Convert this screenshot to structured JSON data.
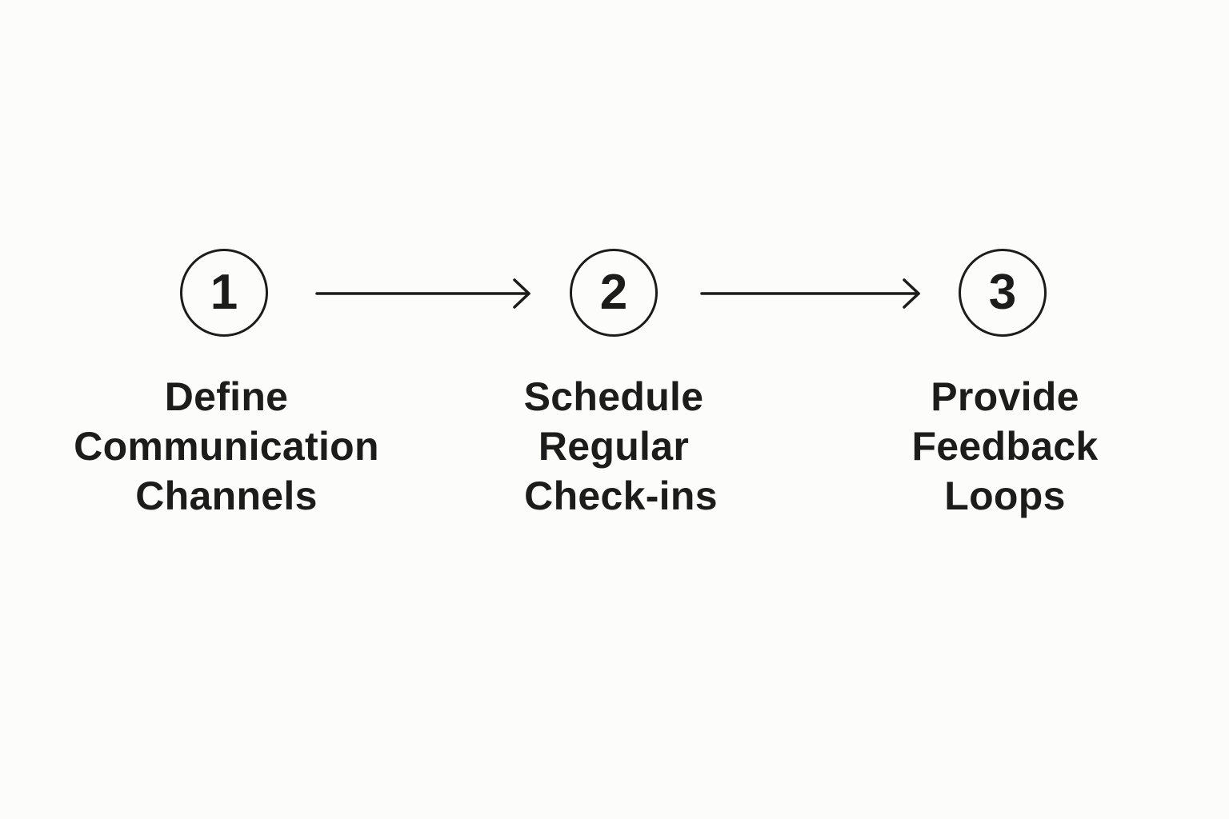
{
  "colors": {
    "background": "#fcfcfa",
    "ink": "#1c1c1c"
  },
  "steps": [
    {
      "number": "1",
      "label_lines": [
        "Define",
        "Communication",
        "Channels"
      ]
    },
    {
      "number": "2",
      "label_lines": [
        "Schedule",
        "Regular",
        "Check-ins"
      ]
    },
    {
      "number": "3",
      "label_lines": [
        "Provide",
        "Feedback",
        "Loops"
      ]
    }
  ]
}
